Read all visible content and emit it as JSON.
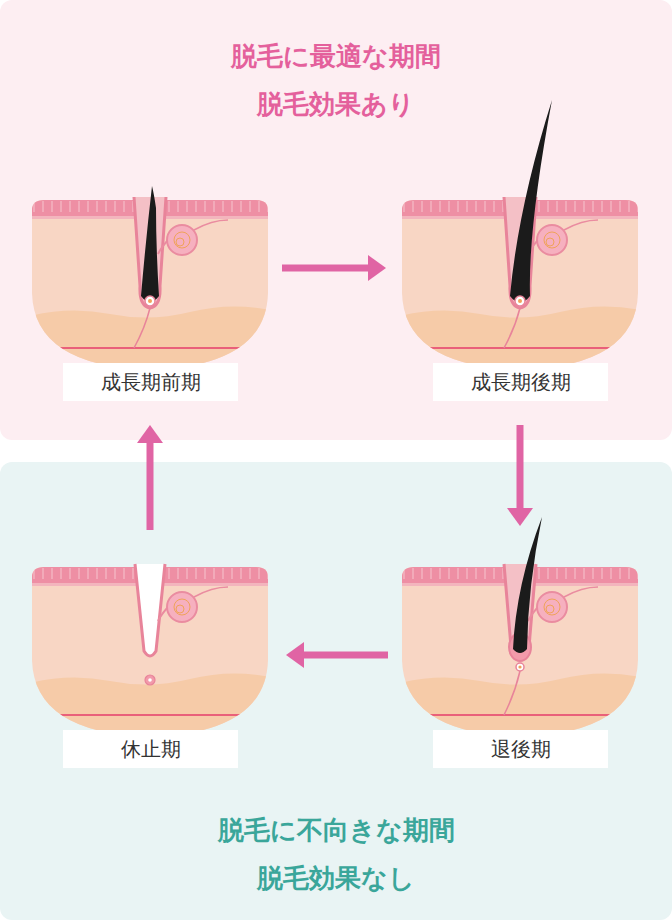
{
  "diagram": {
    "nodes": [
      {
        "text": [
          "脱毛に最適な期間",
          "脱毛効果あり"
        ]
      },
      {
        "text": [
          "成長期前期"
        ],
        "in": 0
      },
      {
        "text": [
          "成長期後期"
        ],
        "in": 0
      },
      {
        "text": [
          "脱毛に不向きな期間",
          "脱毛効果なし"
        ]
      },
      {
        "text": [
          "休止期"
        ],
        "in": 3
      },
      {
        "text": [
          "退後期"
        ],
        "in": 3
      }
    ],
    "edges": [
      {
        "from": 1,
        "to": 2,
        "arrow": "to"
      },
      {
        "from": 2,
        "to": 5,
        "arrow": "to"
      },
      {
        "from": 5,
        "to": 4,
        "arrow": "to"
      },
      {
        "from": 4,
        "to": 1,
        "arrow": "to"
      }
    ]
  }
}
